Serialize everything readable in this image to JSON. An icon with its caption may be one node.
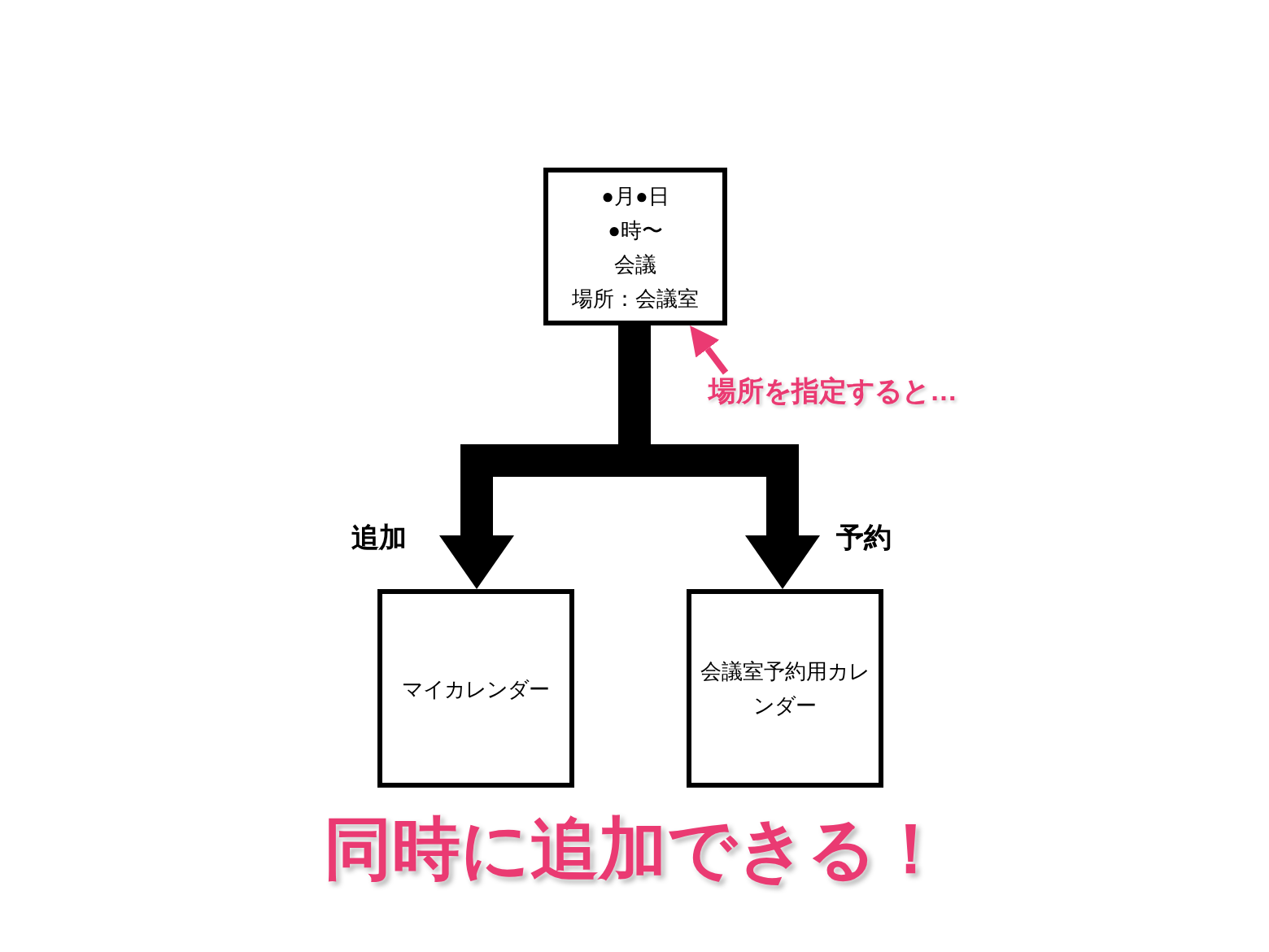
{
  "diagram": {
    "nodes": [
      {
        "text": [
          "●月●日",
          "●時〜",
          "会議",
          "場所：会議室"
        ]
      },
      {
        "text": [
          "マイカレンダー"
        ]
      },
      {
        "text": [
          "会議室予約用カレンダー"
        ]
      },
      {
        "text": [
          "場所を指定すると…"
        ]
      }
    ],
    "edges": [
      {
        "from": 0,
        "to": 1,
        "arrow": "to",
        "label": "追加"
      },
      {
        "from": 0,
        "to": 2,
        "arrow": "to",
        "label": "予約"
      },
      {
        "from": 3,
        "to": 0,
        "arrow": "to",
        "color": "#ea3a72"
      }
    ],
    "labels": [
      "同時に追加できる！"
    ]
  }
}
